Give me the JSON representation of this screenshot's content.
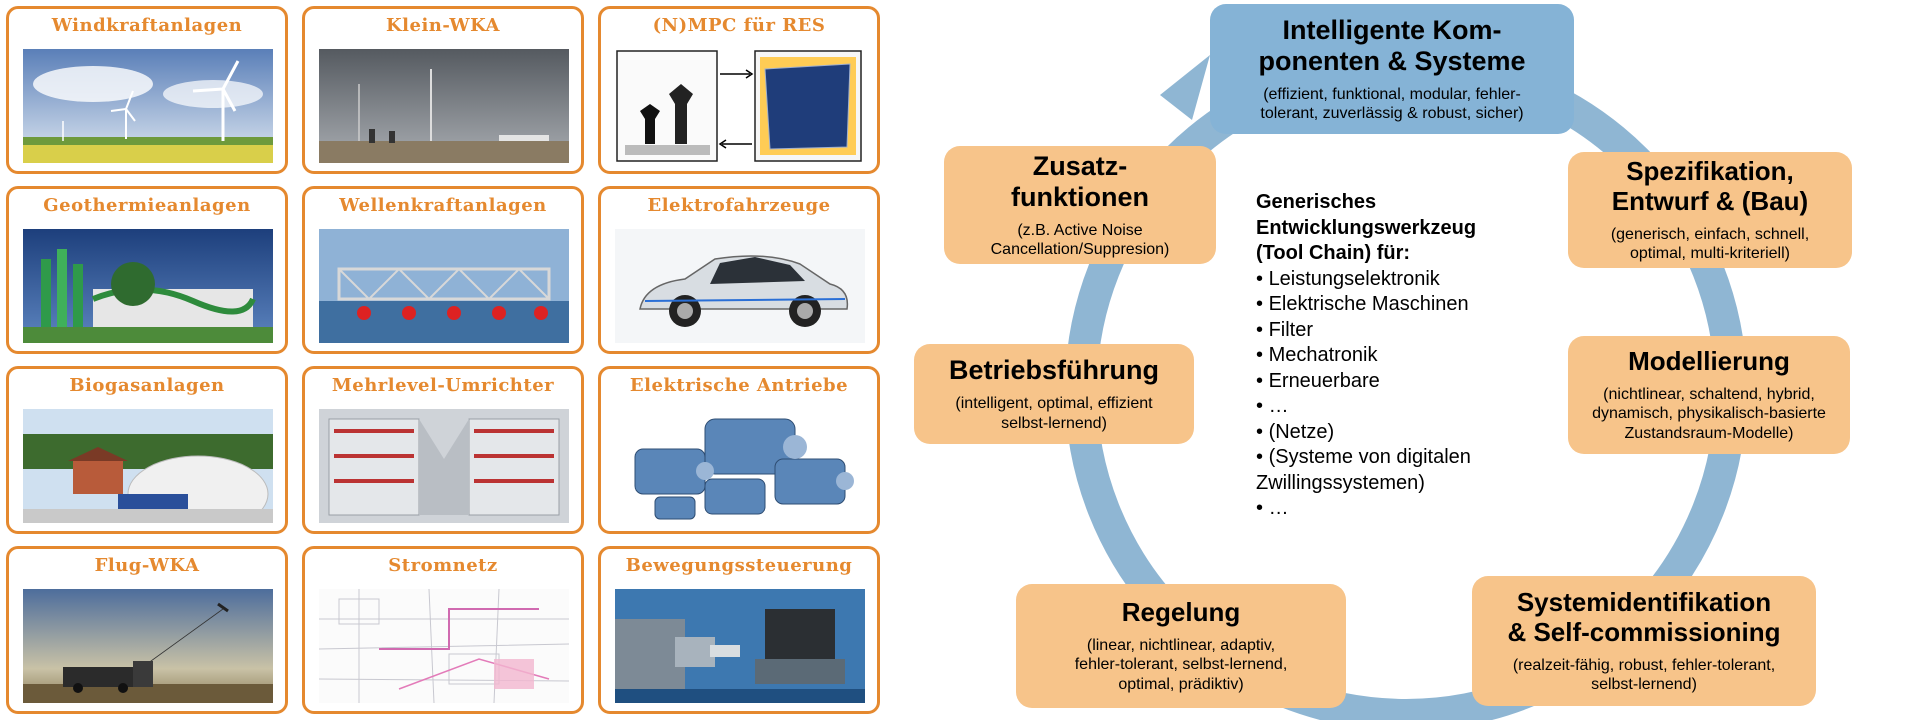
{
  "tiles": [
    {
      "title": "Windkraftanlagen",
      "image": "wind-turbines-photo"
    },
    {
      "title": "Klein-WKA",
      "image": "small-wind-turbine-photo"
    },
    {
      "title": "(N)MPC für RES",
      "image": "chess-and-solar-panel-photo"
    },
    {
      "title": "Geothermieanlagen",
      "image": "geothermal-plant-photo"
    },
    {
      "title": "Wellenkraftanlagen",
      "image": "wave-power-plant-photo"
    },
    {
      "title": "Elektrofahrzeuge",
      "image": "electric-car-photo"
    },
    {
      "title": "Biogasanlagen",
      "image": "biogas-plant-photo"
    },
    {
      "title": "Mehrlevel-Umrichter",
      "image": "multilevel-converter-photo"
    },
    {
      "title": "Elektrische Antriebe",
      "image": "electric-motors-photo"
    },
    {
      "title": "Flug-WKA",
      "image": "airborne-wind-kite-photo"
    },
    {
      "title": "Stromnetz",
      "image": "power-grid-map"
    },
    {
      "title": "Bewegungssteuerung",
      "image": "motion-control-machine-photo"
    }
  ],
  "cycle": {
    "top": {
      "title": "Intelligente Kom-\nponenten & Systeme",
      "sub": "(effizient, funktional, modular, fehler-\ntolerant, zuverlässig & robust, sicher)"
    },
    "right_top": {
      "title": "Spezifikation,\nEntwurf & (Bau)",
      "sub": "(generisch, einfach, schnell,\noptimal, multi-kriteriell)"
    },
    "right_mid": {
      "title": "Modellierung",
      "sub": "(nichtlinear, schaltend, hybrid,\ndynamisch, physikalisch-basierte\nZustandsraum-Modelle)"
    },
    "right_bottom": {
      "title": "Systemidentifikation\n& Self-commissioning",
      "sub": "(realzeit-fähig, robust, fehler-tolerant,\nselbst-lernend)"
    },
    "bottom": {
      "title": "Regelung",
      "sub": "(linear, nichtlinear, adaptiv,\nfehler-tolerant, selbst-lernend,\noptimal, prädiktiv)"
    },
    "left_mid": {
      "title": "Betriebsführung",
      "sub": "(intelligent, optimal, effizient\nselbst-lernend)"
    },
    "left_top": {
      "title": "Zusatz-\nfunktionen",
      "sub": "(z.B. Active Noise\nCancellation/Suppresion)"
    }
  },
  "center": {
    "heading": "Generisches\nEntwicklungswerkzeug\n(Tool Chain) für:",
    "items": [
      "Leistungselektronik",
      "Elektrische Maschinen",
      "Filter",
      "Mechatronik",
      "Erneuerbare",
      "…",
      "(Netze)",
      "(Systeme von digitalen\nZwillingssystemen)",
      "…"
    ]
  },
  "colors": {
    "tile_border": "#e5892f",
    "box_orange": "#f7c48a",
    "box_blue": "#85b3d6",
    "ring": "#8fb6d3"
  }
}
